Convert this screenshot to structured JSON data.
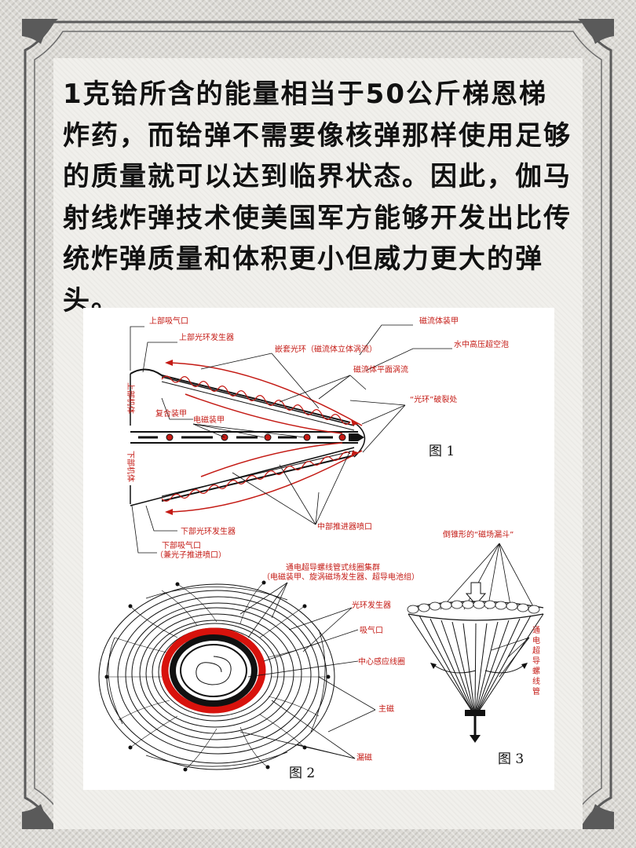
{
  "heading": "1克铪所含的能量相当于50公斤梯恩梯炸药，而铪弹不需要像核弹那样使用足够的质量就可以达到临界状态。因此，伽马射线炸弹技术使美国军方能够开发出比传统炸弹质量和体积更小但威力更大的弹头。",
  "colors": {
    "accent": "#c41a14",
    "ink": "#111111",
    "paper": "#ffffff"
  },
  "figure1": {
    "caption": "图 1",
    "labels": {
      "upper_intake": "上部吸气口",
      "upper_ring_gen": "上部光环发生器",
      "inlay_ring": "嵌套光环（磁流体立体涡流）",
      "mhd_armor": "磁流体装甲",
      "underwater_bubble": "水中高压超空泡",
      "mhd_flat_vortex": "磁流体平面涡流",
      "ring_rupture": "“光环”破裂处",
      "upper_body": "上部机体",
      "composite_armor": "复合装甲",
      "em_armor": "电磁装甲",
      "lower_body": "下部机体",
      "mid_nozzle": "中部推进器喷口",
      "lower_ring_gen": "下部光环发生器",
      "lower_intake": "下部吸气口",
      "photon_nozzle": "（兼光子推进喷口）"
    }
  },
  "figure2": {
    "caption": "图 2",
    "labels": {
      "coil_cluster": "通电超导螺线管式线圈集群",
      "coil_cluster_sub": "（电磁装甲、旋涡磁场发生器、超导电池组）",
      "ring_gen": "光环发生器",
      "intake": "吸气口",
      "center_coil": "中心感应线圈",
      "main_mag": "主磁",
      "leak_mag": "漏磁"
    }
  },
  "figure3": {
    "caption": "图 3",
    "labels": {
      "funnel": "倒锥形的“磁场漏斗”",
      "coil_vertical": [
        "通",
        "电",
        "超",
        "导",
        "螺",
        "线",
        "管"
      ]
    }
  }
}
